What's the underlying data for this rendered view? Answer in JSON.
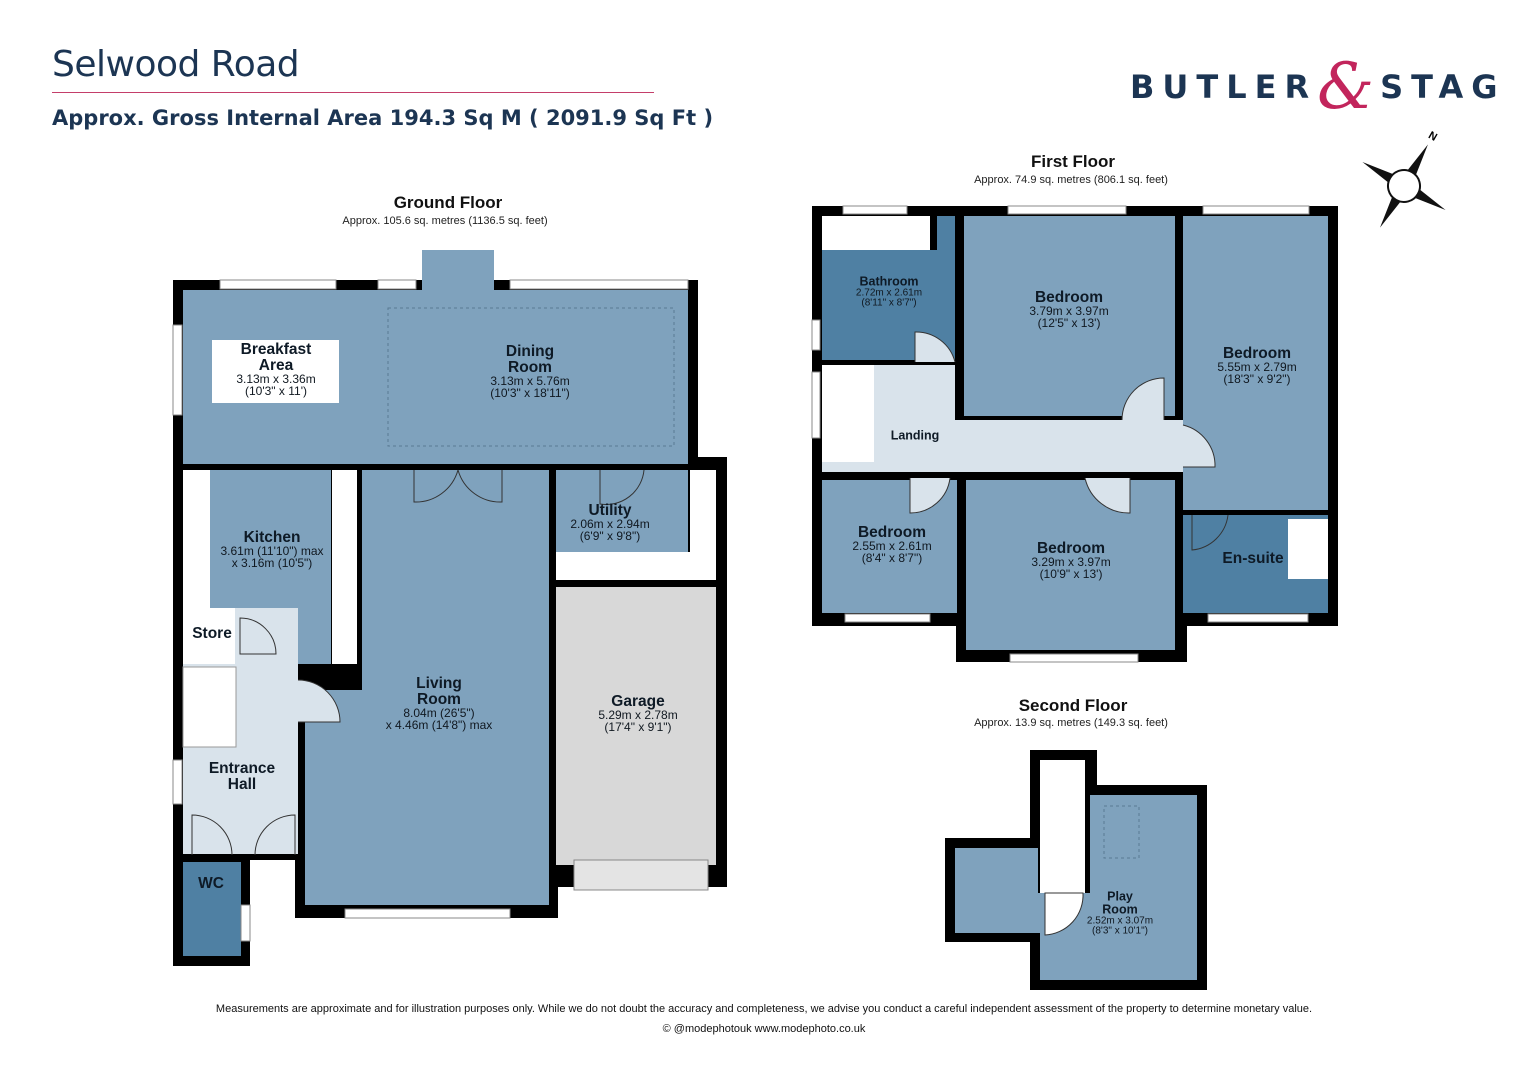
{
  "header": {
    "title": "Selwood Road",
    "subtitle": "Approx. Gross Internal Area 194.3 Sq M ( 2091.9 Sq Ft )"
  },
  "logo": {
    "left": "BUTLER",
    "ampersand": "&",
    "right": "STAG",
    "text_color": "#1c3553",
    "accent_color": "#c2255c"
  },
  "compass": {
    "label": "N"
  },
  "colors": {
    "room": "#7fa2bd",
    "wet_room": "#4f80a3",
    "landing": "#d9e3eb",
    "garage": "#d8d8d8",
    "wall": "#000000"
  },
  "floors": [
    {
      "name": "Ground Floor",
      "area": "Approx. 105.6 sq. metres (1136.5 sq. feet)",
      "rooms": [
        {
          "name": [
            "Breakfast",
            "Area"
          ],
          "dims": [
            "3.13m x 3.36m",
            "(10'3\" x 11')"
          ]
        },
        {
          "name": [
            "Dining",
            "Room"
          ],
          "dims": [
            "3.13m x 5.76m",
            "(10'3\" x 18'11\")"
          ]
        },
        {
          "name": [
            "Kitchen"
          ],
          "dims": [
            "3.61m (11'10\") max",
            "x 3.16m (10'5\")"
          ]
        },
        {
          "name": [
            "Utility"
          ],
          "dims": [
            "2.06m x 2.94m",
            "(6'9\" x 9'8\")"
          ]
        },
        {
          "name": [
            "Store"
          ],
          "dims": []
        },
        {
          "name": [
            "Living",
            "Room"
          ],
          "dims": [
            "8.04m (26'5\")",
            "x 4.46m (14'8\") max"
          ]
        },
        {
          "name": [
            "Garage"
          ],
          "dims": [
            "5.29m x 2.78m",
            "(17'4\" x 9'1\")"
          ]
        },
        {
          "name": [
            "Entrance",
            "Hall"
          ],
          "dims": []
        },
        {
          "name": [
            "WC"
          ],
          "dims": []
        }
      ]
    },
    {
      "name": "First Floor",
      "area": "Approx. 74.9 sq. metres (806.1 sq. feet)",
      "rooms": [
        {
          "name": [
            "Bathroom"
          ],
          "dims": [
            "2.72m x 2.61m",
            "(8'11\" x 8'7\")"
          ]
        },
        {
          "name": [
            "Bedroom"
          ],
          "dims": [
            "3.79m x 3.97m",
            "(12'5\" x 13')"
          ]
        },
        {
          "name": [
            "Bedroom"
          ],
          "dims": [
            "5.55m x 2.79m",
            "(18'3\" x 9'2\")"
          ]
        },
        {
          "name": [
            "Landing"
          ],
          "dims": []
        },
        {
          "name": [
            "Bedroom"
          ],
          "dims": [
            "2.55m x 2.61m",
            "(8'4\" x 8'7\")"
          ]
        },
        {
          "name": [
            "Bedroom"
          ],
          "dims": [
            "3.29m x 3.97m",
            "(10'9\" x 13')"
          ]
        },
        {
          "name": [
            "En-suite"
          ],
          "dims": []
        }
      ]
    },
    {
      "name": "Second Floor",
      "area": "Approx. 13.9 sq. metres (149.3 sq. feet)",
      "rooms": [
        {
          "name": [
            "Play",
            "Room"
          ],
          "dims": [
            "2.52m x 3.07m",
            "(8'3\" x 10'1\")"
          ]
        }
      ]
    }
  ],
  "footer": {
    "disclaimer": "Measurements are approximate and for illustration purposes only.  While we do not doubt the accuracy and completeness, we advise you conduct a careful independent assessment of the property to determine monetary value.",
    "credit": "© @modephotouk www.modephoto.co.uk"
  }
}
